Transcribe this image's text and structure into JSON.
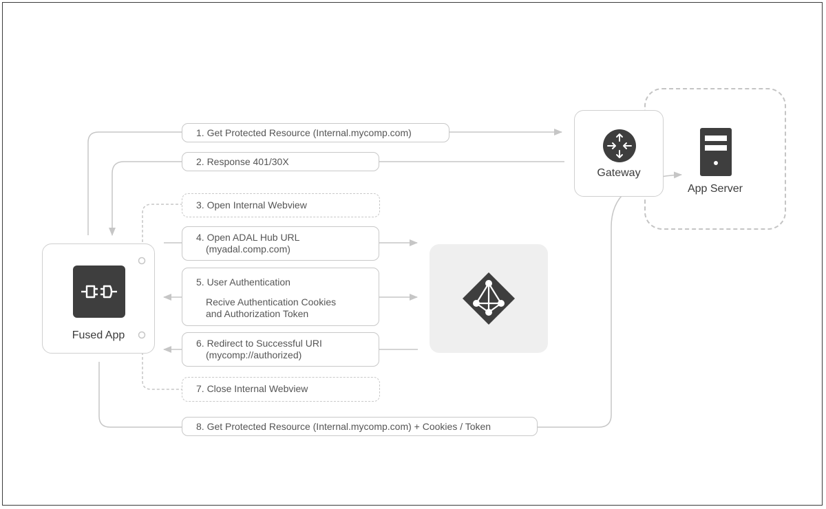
{
  "nodes": {
    "fused_app": {
      "label": "Fused App"
    },
    "gateway": {
      "label": "Gateway"
    },
    "app_server": {
      "label": "App Server"
    }
  },
  "steps": [
    {
      "id": 1,
      "lines": [
        "1.  Get Protected Resource (Internal.mycomp.com)"
      ]
    },
    {
      "id": 2,
      "lines": [
        "2.  Response 401/30X"
      ]
    },
    {
      "id": 3,
      "lines": [
        "3.  Open Internal Webview"
      ]
    },
    {
      "id": 4,
      "lines": [
        "4.  Open ADAL Hub URL",
        "(myadal.comp.com)"
      ]
    },
    {
      "id": 5,
      "lines": [
        "5.  User Authentication",
        "Recive Authentication Cookies",
        "and Authorization Token"
      ]
    },
    {
      "id": 6,
      "lines": [
        "6.  Redirect to Successful URI",
        "(mycomp://authorized)"
      ]
    },
    {
      "id": 7,
      "lines": [
        "7.  Close Internal Webview"
      ]
    },
    {
      "id": 8,
      "lines": [
        "8.  Get Protected Resource (Internal.mycomp.com)  + Cookies / Token"
      ]
    }
  ],
  "icons": {
    "fused_app": "plug-connector-icon",
    "gateway": "router-arrows-icon",
    "app_server": "server-tower-icon",
    "identity_provider": "azure-ad-diamond-icon"
  },
  "colors": {
    "line": "#c6c6c6",
    "icon_dark": "#3e3e3e",
    "tile_bg": "#efefef",
    "text": "#555555"
  }
}
